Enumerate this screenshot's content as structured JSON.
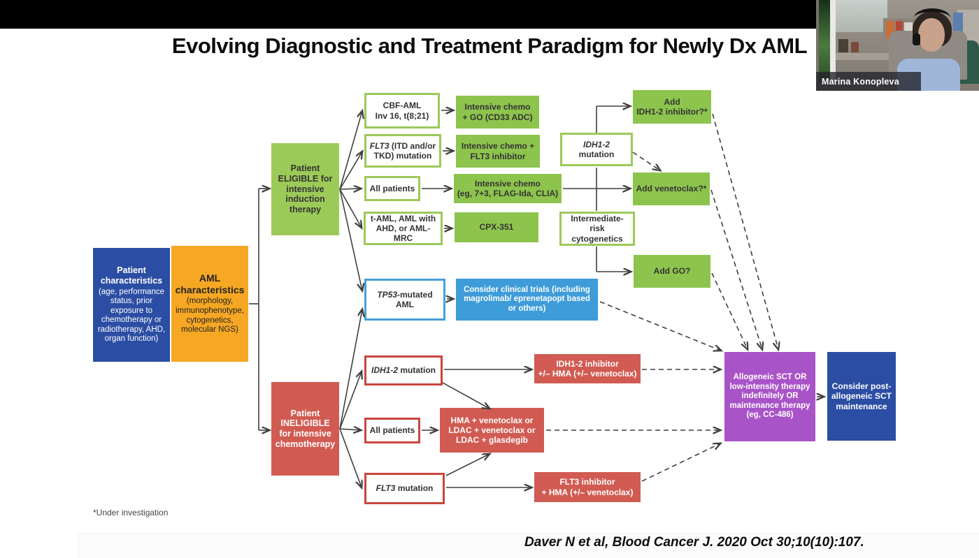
{
  "title": "Evolving Diagnostic and Treatment Paradigm for Newly Dx AML",
  "webcam": {
    "name": "Marina Konopleva"
  },
  "footnote": "*Under investigation",
  "citation": "Daver N et al, Blood Cancer J. 2020 Oct 30;10(10):107.",
  "colors": {
    "green_fill": "#8dc44d",
    "green_border": "#9dc958",
    "red_fill": "#d15b52",
    "red_border": "#c9463d",
    "dark_blue": "#2b4da3",
    "orange": "#f6a723",
    "sky_blue": "#3e9cd9",
    "purple": "#a953c8",
    "arrow": "#3f3f3f"
  },
  "nodes": {
    "patient_char": {
      "title": "Patient characteristics",
      "detail": "(age, performance status, prior exposure to chemotherapy or radiotherapy, AHD, organ function)"
    },
    "aml_char": {
      "title": "AML characteristics",
      "detail": "(morphology, immunophenotype, cytogenetics, molecular NGS)"
    },
    "eligible": {
      "label": "Patient ELIGIBLE for intensive induction therapy"
    },
    "ineligible": {
      "label": "Patient INELIGIBLE for intensive chemotherapy"
    },
    "cbf": {
      "line1": "CBF-AML",
      "line2": "Inv 16, t(8;21)"
    },
    "chemo_go": {
      "line1": "Intensive chemo",
      "line2": "+ GO (CD33 ADC)"
    },
    "flt3_mut_e": {
      "em": "FLT3",
      "rest": " (ITD and/or TKD) mutation"
    },
    "chemo_flt3": {
      "line1": "Intensive chemo +",
      "line2": "FLT3 inhibitor"
    },
    "all_e": {
      "label": "All patients"
    },
    "chemo": {
      "line1": "Intensive chemo",
      "line2": "(eg, 7+3, FLAG-Ida, CLIA)"
    },
    "taml": {
      "line1": "t-AML, AML with",
      "line2": "AHD, or AML-MRC"
    },
    "cpx": {
      "label": "CPX-351"
    },
    "idh_e": {
      "em": "IDH1-2",
      "rest": " mutation"
    },
    "add_idh": {
      "line1": "Add",
      "line2": "IDH1-2 inhibitor?*"
    },
    "add_ven": {
      "label": "Add venetoclax?*"
    },
    "int_risk": {
      "line1": "Intermediate-risk",
      "line2": "cytogenetics"
    },
    "add_go": {
      "label": "Add GO?"
    },
    "tp53": {
      "em": "TP53",
      "rest": "-mutated AML"
    },
    "trials": {
      "label": "Consider clinical trials (including magrolimab/ eprenetapopt based or others)"
    },
    "idh_i": {
      "em": "IDH1-2",
      "rest": " mutation"
    },
    "idh_inh": {
      "line1": "IDH1-2 inhibitor",
      "line2": "+/– HMA (+/– venetoclax)"
    },
    "all_i": {
      "label": "All patients"
    },
    "hma": {
      "line1": "HMA + venetoclax or",
      "line2": "LDAC + venetoclax or",
      "line3": "LDAC + glasdegib"
    },
    "flt3_i": {
      "em": "FLT3",
      "rest": " mutation"
    },
    "flt3_inh": {
      "line1": "FLT3 inhibitor",
      "line2": "+ HMA (+/– venetoclax)"
    },
    "sct": {
      "label": "Allogeneic SCT OR low-intensity therapy indefinitely OR maintenance therapy (eg, CC-486)"
    },
    "post_sct": {
      "label": "Consider post-allogeneic SCT maintenance"
    }
  }
}
